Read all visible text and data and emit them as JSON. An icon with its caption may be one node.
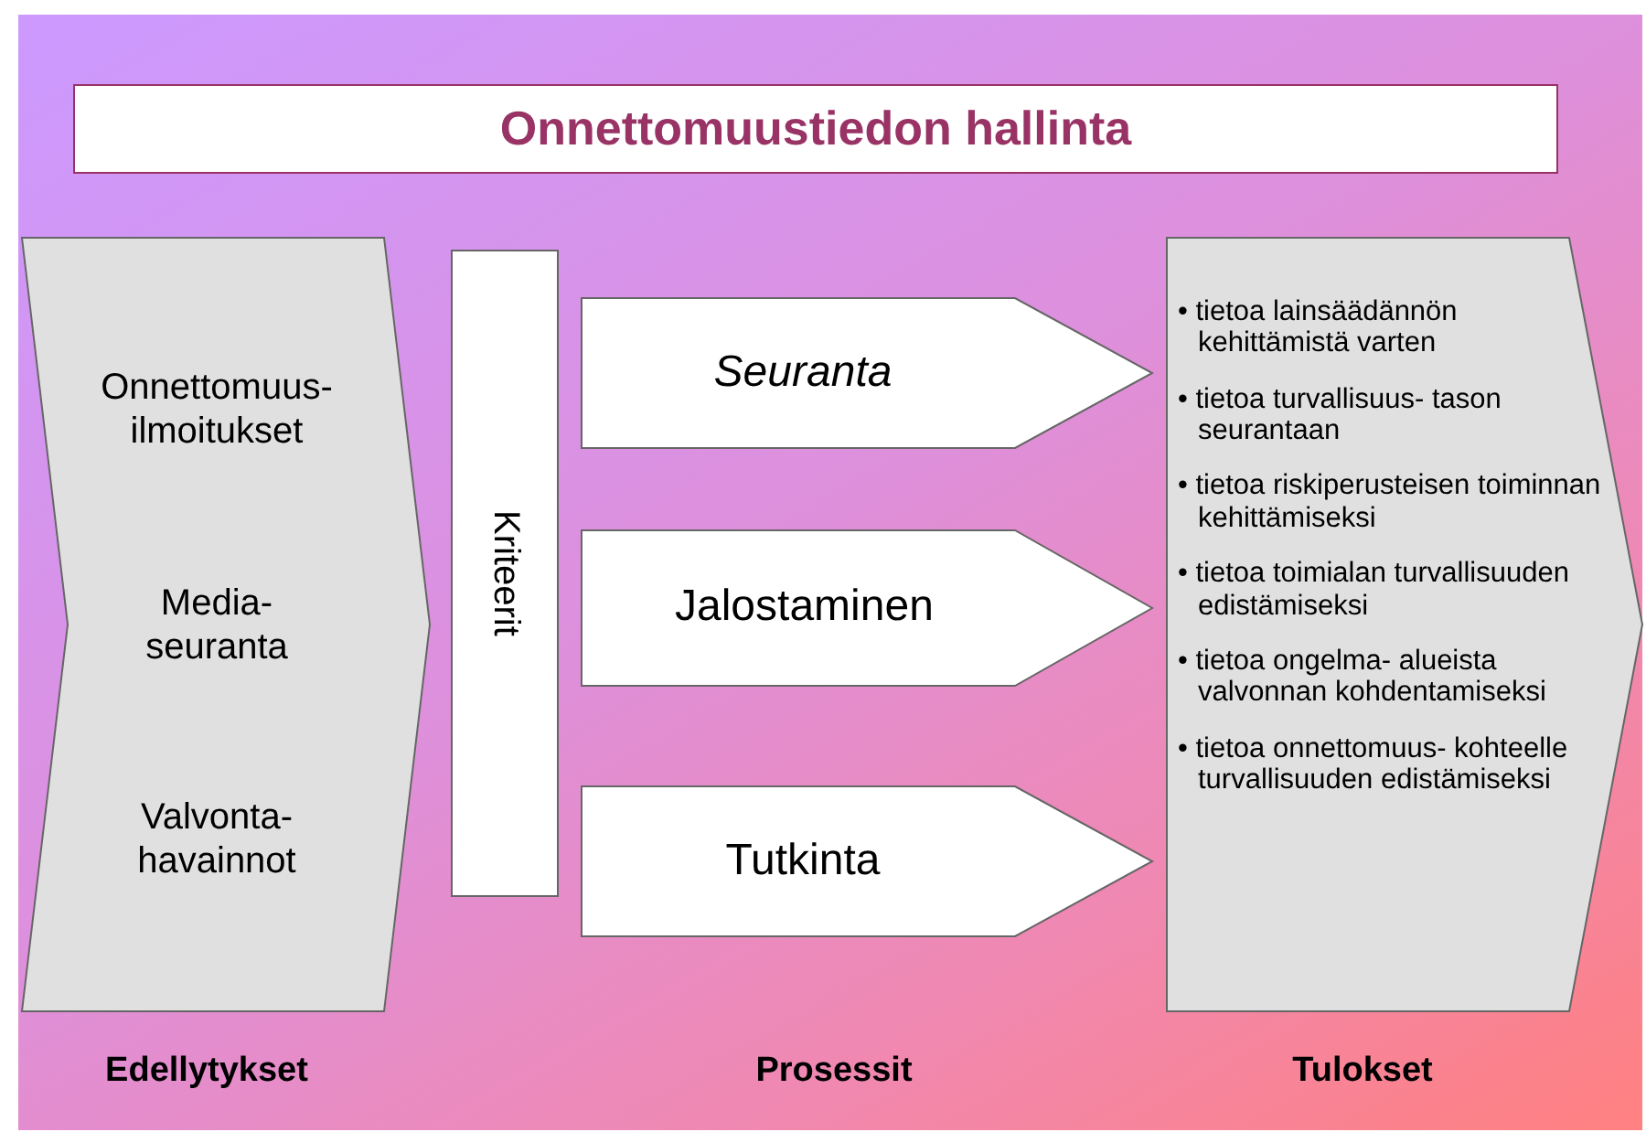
{
  "diagram": {
    "title": "Onnettomuustiedon hallinta",
    "nodes": [
      {
        "text": [
          "Onnettomuus- ilmoitukset",
          "Media- seuranta",
          "Valvonta- havainnot"
        ]
      },
      {
        "text": [
          "Kriteerit"
        ]
      },
      {
        "text": [
          "*Seuranta*"
        ]
      },
      {
        "text": [
          "Jalostaminen"
        ]
      },
      {
        "text": [
          "Tutkinta"
        ]
      },
      {
        "text": [
          "• tietoa lainsäädännön kehittämistä varten",
          "• tietoa turvallisuus- tason seurantaan",
          "• tietoa riskiperusteisen toiminnan kehittämiseksi",
          "• tietoa toimialan turvallisuuden edistämiseksi",
          "• tietoa ongelma- alueista valvonnan kohdentamiseksi",
          "• tietoa onnettomuus- kohteelle turvallisuuden edistämiseksi"
        ]
      }
    ],
    "labels": [
      "Edellytykset",
      "Prosessit",
      "Tulokset"
    ]
  }
}
